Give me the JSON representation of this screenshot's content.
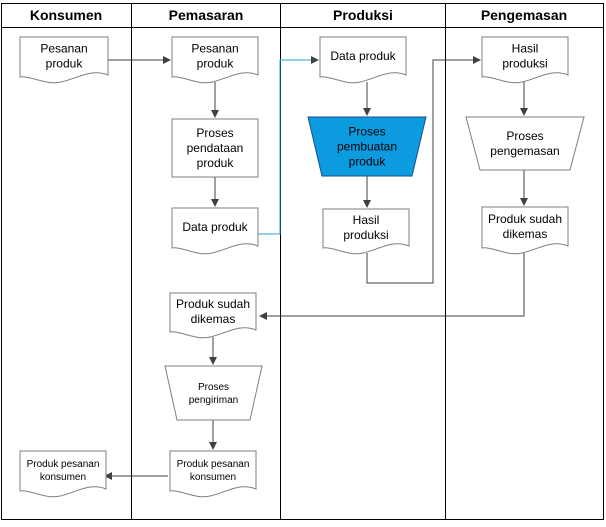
{
  "lanes": [
    {
      "id": "konsumen",
      "title": "Konsumen"
    },
    {
      "id": "pemasaran",
      "title": "Pemasaran"
    },
    {
      "id": "produksi",
      "title": "Produksi"
    },
    {
      "id": "pengemasan",
      "title": "Pengemasan"
    }
  ],
  "nodes": {
    "k_pesanan": {
      "type": "document",
      "lines": [
        "Pesanan",
        "produk"
      ]
    },
    "p_pesanan": {
      "type": "document",
      "lines": [
        "Pesanan",
        "produk"
      ]
    },
    "p_proses_pendataan": {
      "type": "process",
      "lines": [
        "Proses",
        "pendataan",
        "produk"
      ]
    },
    "p_data_produk": {
      "type": "document",
      "lines": [
        "Data produk"
      ]
    },
    "pr_data_produk": {
      "type": "document",
      "lines": [
        "Data produk"
      ]
    },
    "pr_proses_pembuatan": {
      "type": "manual",
      "lines": [
        "Proses",
        "pembuatan",
        "produk"
      ]
    },
    "pr_hasil_produksi": {
      "type": "document",
      "lines": [
        "Hasil",
        "produksi"
      ]
    },
    "pg_hasil_produksi": {
      "type": "document",
      "lines": [
        "Hasil",
        "produksi"
      ]
    },
    "pg_proses_pengemasan": {
      "type": "manual",
      "lines": [
        "Proses",
        "pengemasan"
      ]
    },
    "pg_produk_dikemas": {
      "type": "document",
      "lines": [
        "Produk sudah",
        "dikemas"
      ]
    },
    "p_produk_dikemas": {
      "type": "document",
      "lines": [
        "Produk sudah",
        "dikemas"
      ]
    },
    "p_proses_pengiriman": {
      "type": "manual",
      "lines": [
        "Proses",
        "pengiriman"
      ]
    },
    "p_produk_pesanan": {
      "type": "document",
      "lines": [
        "Produk pesanan",
        "konsumen"
      ]
    },
    "k_produk_pesanan": {
      "type": "document",
      "lines": [
        "Produk pesanan",
        "konsumen"
      ]
    }
  },
  "colors": {
    "highlight_fill": "#0d9be0",
    "highlight_stroke": "#1d4e89",
    "connector": "#404040",
    "connector_blue": "#2aa0dc",
    "shape_stroke": "#7f7f7f"
  }
}
